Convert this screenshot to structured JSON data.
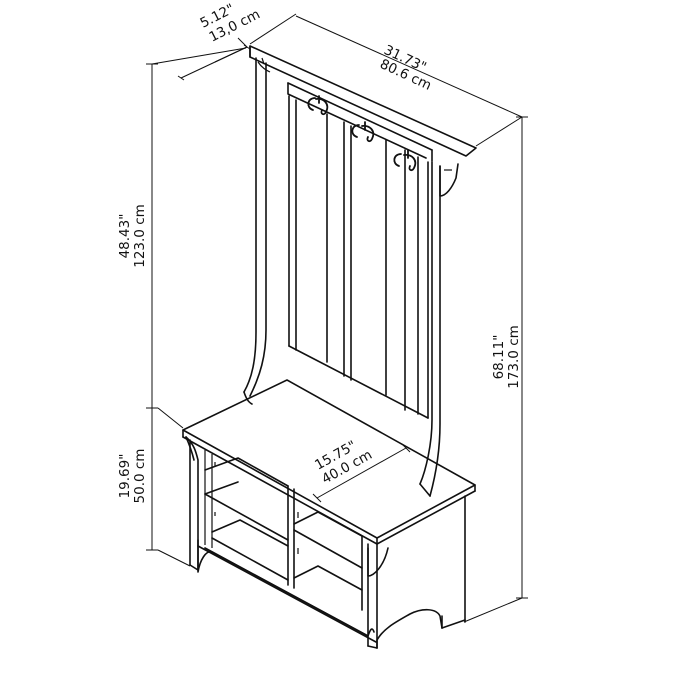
{
  "dimensions": {
    "depth": {
      "imperial": "5.12\"",
      "metric": "13,0 cm"
    },
    "width": {
      "imperial": "31.73\"",
      "metric": "80.6 cm"
    },
    "upper_height": {
      "imperial": "48.43\"",
      "metric": "123.0 cm"
    },
    "seat_height": {
      "imperial": "19.69\"",
      "metric": "50.0 cm"
    },
    "total_height": {
      "imperial": "68.11\"",
      "metric": "173.0 cm"
    },
    "seat_depth": {
      "imperial": "15.75\"",
      "metric": "40.0 cm"
    }
  },
  "colors": {
    "line": "#111111",
    "background": "#ffffff"
  }
}
